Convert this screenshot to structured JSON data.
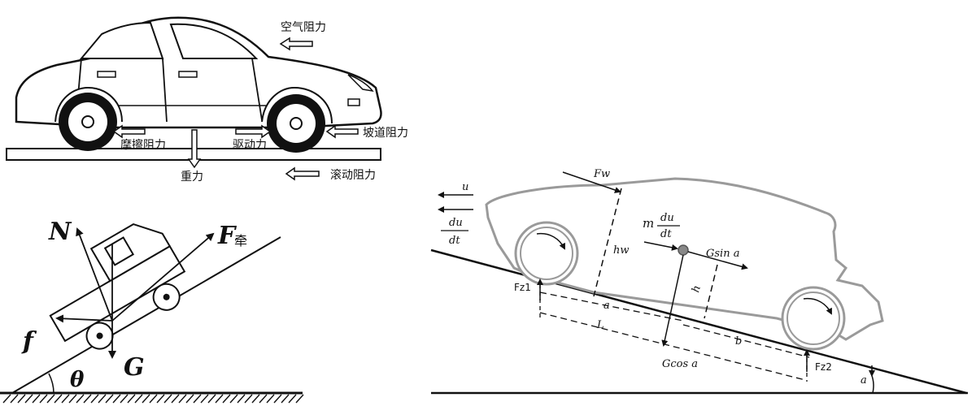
{
  "panel_a": {
    "air_resistance": "空气阻力",
    "slope_resistance": "坡道阻力",
    "friction_resistance": "摩擦阻力",
    "driving_force": "驱动力",
    "gravity": "重力",
    "rolling_resistance": "滚动阻力"
  },
  "panel_b": {
    "normal_force": "N",
    "traction_force": "F",
    "traction_subscript": "牵",
    "friction": "f",
    "weight": "G",
    "angle": "θ"
  },
  "panel_c": {
    "wind_force": "Fw",
    "velocity": "u",
    "accel_num": "du",
    "accel_den": "dt",
    "inertia_m": "m",
    "inertia_num": "du",
    "inertia_den": "dt",
    "wind_height": "hw",
    "gsin": "Gsin a",
    "cg_height": "h",
    "front_reaction": "Fz1",
    "rear_reaction": "Fz2",
    "dim_a": "a",
    "dim_L": "L",
    "dim_b": "b",
    "gcos": "Gcos a",
    "slope_angle": "a"
  }
}
